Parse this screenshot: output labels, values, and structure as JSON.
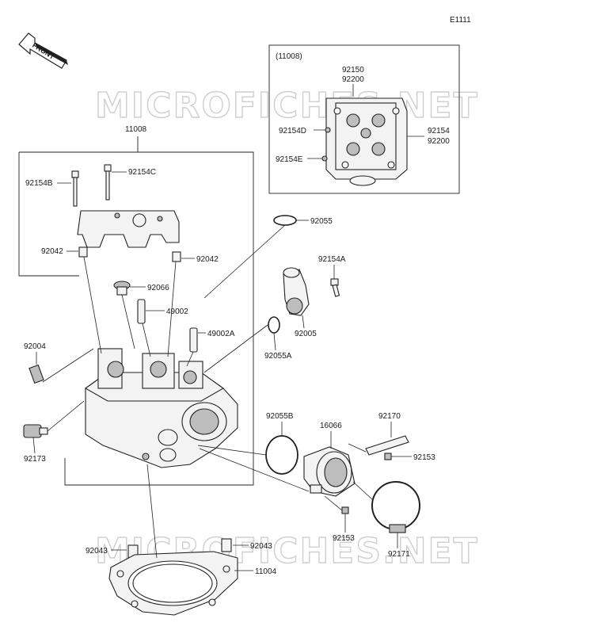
{
  "diagram_id": "E1111",
  "watermark": "MICROFICHES.NET",
  "front_arrow": "FRONT",
  "inset": {
    "title": "(11008)",
    "labels": [
      "92150",
      "92200",
      "92154D",
      "92154E",
      "92154",
      "92200"
    ]
  },
  "parts": {
    "p11008": "11008",
    "p92154B": "92154B",
    "p92154C": "92154C",
    "p92042_left": "92042",
    "p92042_right": "92042",
    "p92055_top": "92055",
    "p92154A": "92154A",
    "p92066": "92066",
    "p49002": "49002",
    "p49002A": "49002A",
    "p92005": "92005",
    "p92055A": "92055A",
    "p92004": "92004",
    "p92173": "92173",
    "p92055B": "92055B",
    "p16066": "16066",
    "p92170": "92170",
    "p92153_top": "92153",
    "p92153_bottom": "92153",
    "p92171": "92171",
    "p92043_left": "92043",
    "p92043_right": "92043",
    "p11004": "11004"
  }
}
